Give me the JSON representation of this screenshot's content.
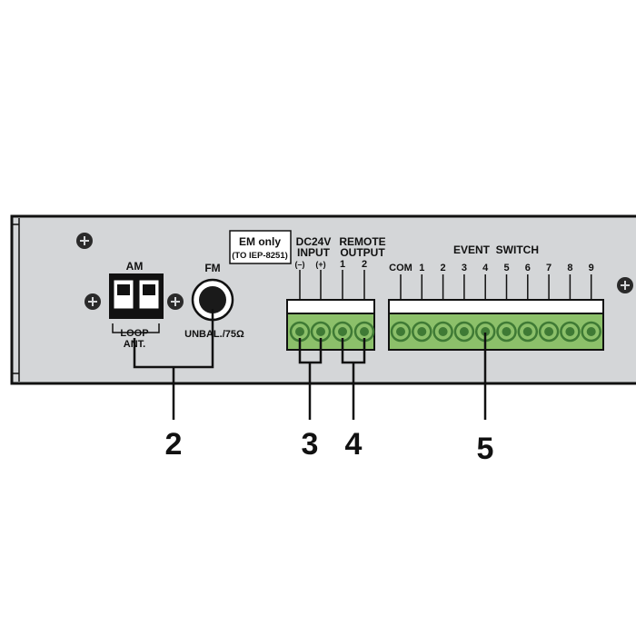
{
  "panel": {
    "colors": {
      "panel_fill": "#d4d6d8",
      "outline": "#111111",
      "terminal_green": "#8cc06a",
      "terminal_dark": "#3f7a35"
    }
  },
  "am": {
    "label": "AM",
    "sub_label_1": "LOOP",
    "sub_label_2": "ANT."
  },
  "fm": {
    "label": "FM",
    "sub_label": "UNBAL./75Ω"
  },
  "em_box": {
    "line1": "EM only",
    "line2": "(TO IEP-8251)"
  },
  "dc_input": {
    "label_1": "DC24V",
    "label_2": "INPUT",
    "minus": "(–)",
    "plus": "(+)"
  },
  "remote_output": {
    "label_1": "REMOTE",
    "label_2": "OUTPUT",
    "pin_1": "1",
    "pin_2": "2"
  },
  "event_switch": {
    "label": "EVENT  SWITCH",
    "pins": [
      "COM",
      "1",
      "2",
      "3",
      "4",
      "5",
      "6",
      "7",
      "8",
      "9"
    ]
  },
  "callouts": [
    "2",
    "3",
    "4",
    "5"
  ]
}
